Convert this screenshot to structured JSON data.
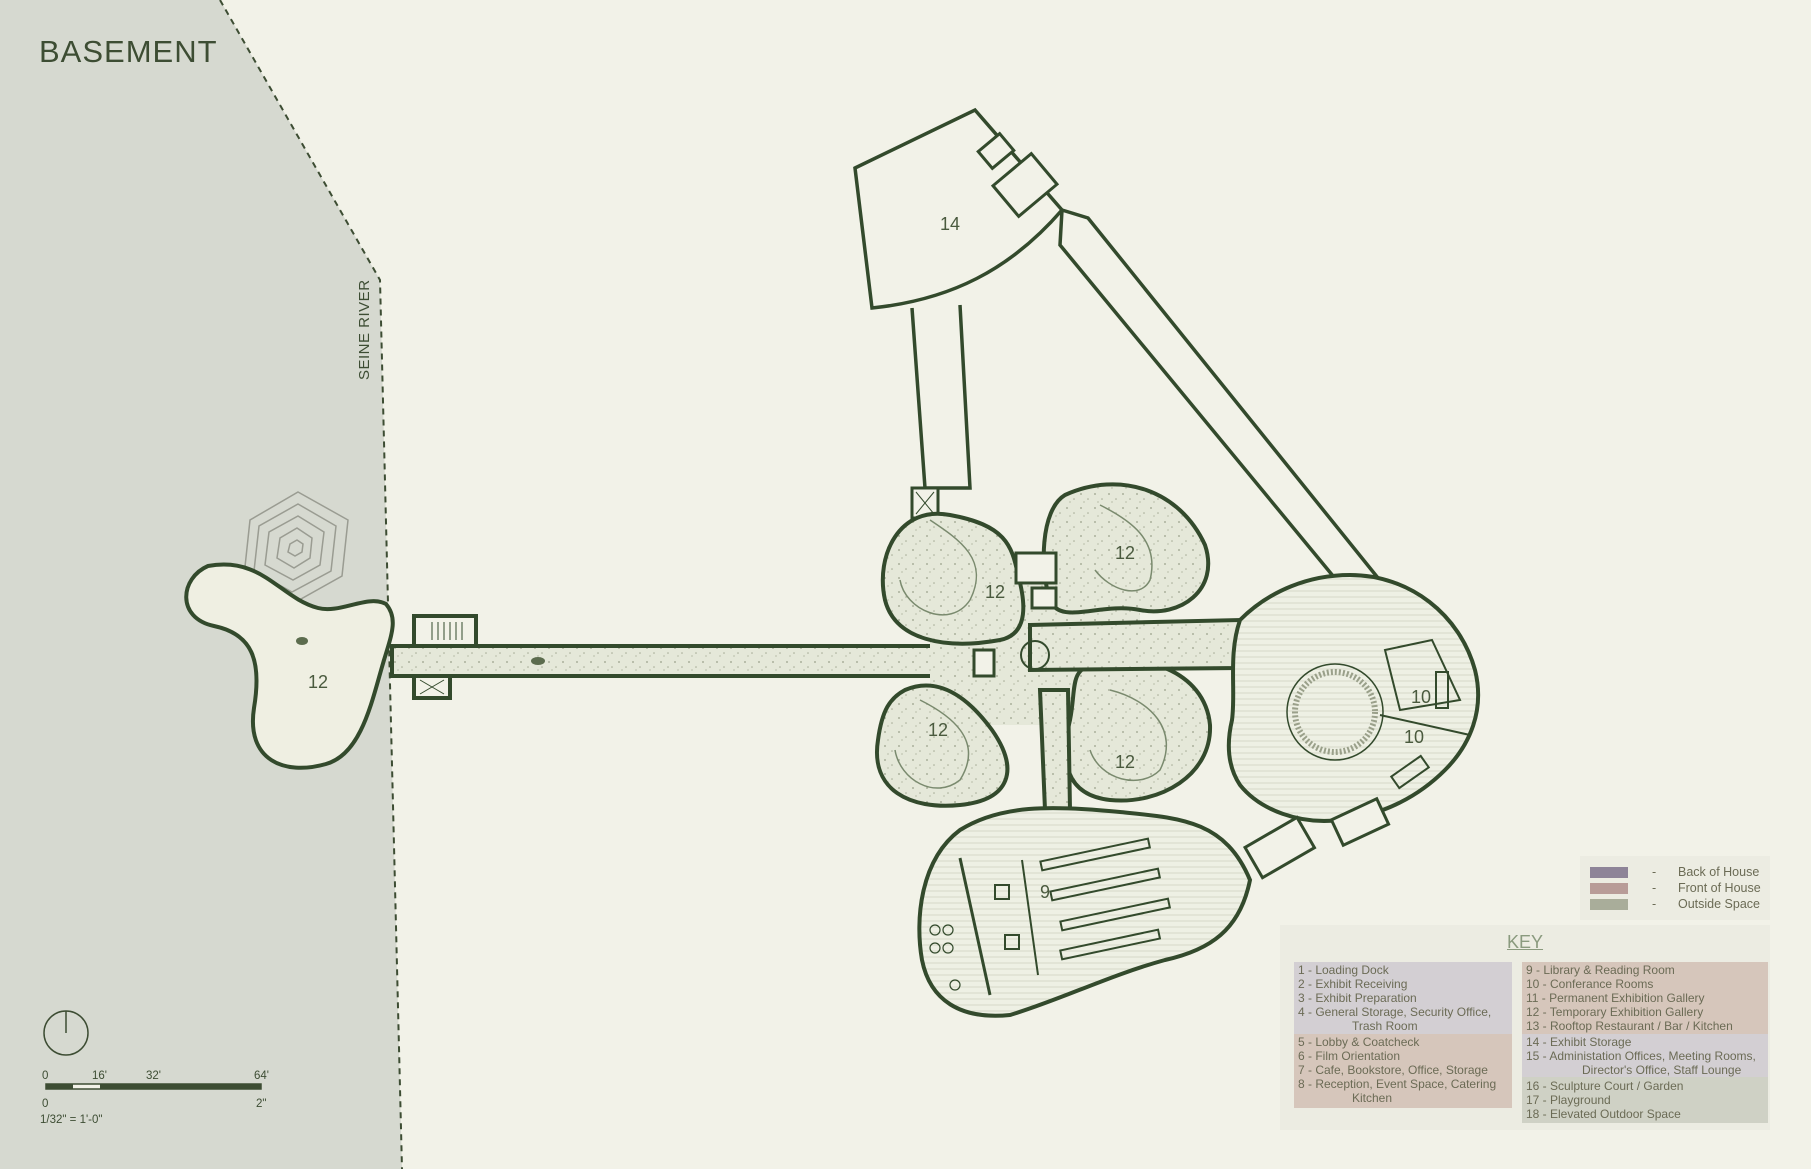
{
  "title": "BASEMENT",
  "river_label": "SEINE RIVER",
  "room_labels": [
    "12",
    "14",
    "12",
    "12",
    "12",
    "12",
    "10",
    "10",
    "9"
  ],
  "legend": [
    {
      "label": "Back of House",
      "color": "#8e8498"
    },
    {
      "label": "Front of House",
      "color": "#b89c98"
    },
    {
      "label": "Outside Space",
      "color": "#a9ad9a"
    }
  ],
  "key": {
    "title": "KEY",
    "back_of_house": [
      "1  -  Loading Dock",
      "2  -  Exhibit Receiving",
      "3  -  Exhibit Preparation",
      "4  -  General Storage, Security Office,",
      "Trash Room"
    ],
    "front_of_house_left": [
      "5  -  Lobby & Coatcheck",
      "6  -  Film Orientation",
      "7  -  Cafe, Bookstore, Office, Storage",
      "8  -  Reception, Event Space, Catering",
      "Kitchen"
    ],
    "front_of_house_right": [
      "9  -  Library & Reading Room",
      "10  -  Conferance Rooms",
      "11  -  Permanent Exhibition Gallery",
      "12  -  Temporary Exhibition Gallery",
      "13  -  Rooftop Restaurant / Bar / Kitchen"
    ],
    "back_of_house_right": [
      "14  -  Exhibit Storage",
      "15  -  Administation Offices, Meeting Rooms,",
      "Director's Office, Staff Lounge"
    ],
    "outside": [
      "16  -  Sculpture Court / Garden",
      "17  -  Playground",
      "18  -  Elevated Outdoor Space"
    ],
    "colors": {
      "back_of_house": "#d3cfd3",
      "front_of_house": "#d6c6bb",
      "outside": "#cfd1c5"
    }
  },
  "scale": {
    "ticks_top": [
      "0",
      "16'",
      "32'",
      "64'"
    ],
    "ticks_bottom": [
      "0",
      "2\""
    ],
    "ratio": "1/32\" = 1'-0\""
  }
}
